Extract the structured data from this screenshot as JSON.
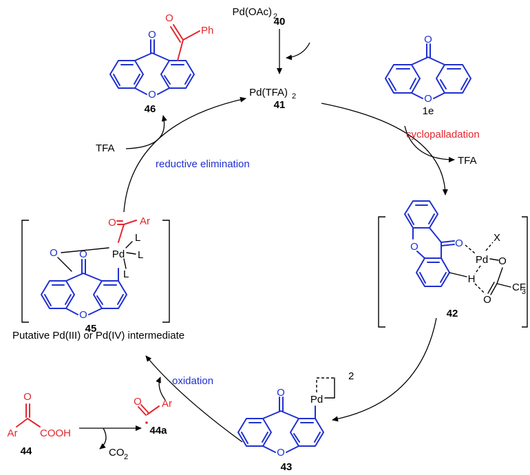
{
  "catalyst": {
    "precursor": "Pd(OAc)",
    "precursor_sub": "2",
    "precursor_no": "40",
    "active": "Pd(TFA)",
    "active_sub": "2",
    "active_no": "41"
  },
  "substrate": {
    "o": "O",
    "ring_o": "O",
    "no": "1e"
  },
  "product": {
    "o": "O",
    "ring_o": "O",
    "ph": "Ph",
    "no": "46"
  },
  "steps": {
    "cyclopalladation": "cyclopalladation",
    "oxidation": "oxidation",
    "reductive_elimination": "reductive elimination"
  },
  "byproducts": {
    "tfa_right": "TFA",
    "tfa_left": "TFA",
    "co2": "CO",
    "co2_sub": "2"
  },
  "int42": {
    "o": "O",
    "ring_o": "O",
    "pd": "Pd",
    "x": "X",
    "h": "H",
    "o2": "O",
    "o3": "O",
    "cf3": "CF",
    "cf3_sub": "3",
    "no": "42"
  },
  "int43": {
    "o": "O",
    "ring_o": "O",
    "pd": "Pd",
    "count": "2",
    "no": "43"
  },
  "int45": {
    "o": "O",
    "o_pd": "O",
    "ring_o": "O",
    "pd": "Pd",
    "l1": "L",
    "l2": "L",
    "l3": "L",
    "ar": "Ar",
    "ar_o": "O",
    "no": "45",
    "caption": "Putative Pd(III) or Pd(IV) intermediate"
  },
  "reagent44": {
    "o": "O",
    "ar": "Ar",
    "cooh": "COOH",
    "no": "44"
  },
  "radical44a": {
    "o": "O",
    "ar": "Ar",
    "no": "44a"
  }
}
